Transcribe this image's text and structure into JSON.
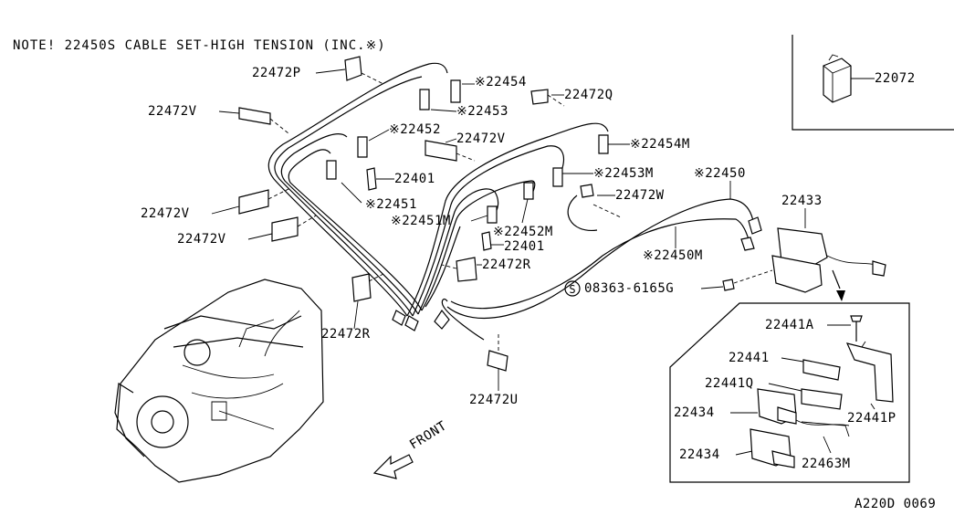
{
  "note": "NOTE! 22450S CABLE SET-HIGH TENSION (INC.※)",
  "figure_code": "A220D 0069",
  "front_label": "FRONT",
  "labels": {
    "p22472P": "22472P",
    "p22454": "※22454",
    "p22472Q": "22472Q",
    "p22472V_a": "22472V",
    "p22453": "※22453",
    "p22452": "※22452",
    "p22472V_b": "22472V",
    "p22454M": "※22454M",
    "p22401_a": "22401",
    "p22453M": "※22453M",
    "p22450": "※22450",
    "p22451": "※22451",
    "p22472W": "22472W",
    "p22433": "22433",
    "p22472V_c": "22472V",
    "p22451M": "※22451M",
    "p22452M": "※22452M",
    "p22472V_d": "22472V",
    "p22401_b": "22401",
    "p22450M": "※22450M",
    "p22472R_a": "22472R",
    "p08363": "08363-6165G",
    "p22472R_b": "22472R",
    "p22441A": "22441A",
    "p22441": "22441",
    "p22441Q": "22441Q",
    "p22434_a": "22434",
    "p22441P": "22441P",
    "p22434_b": "22434",
    "p22463M": "22463M",
    "p22472U": "22472U",
    "p22072": "22072",
    "circle_S": "S"
  }
}
